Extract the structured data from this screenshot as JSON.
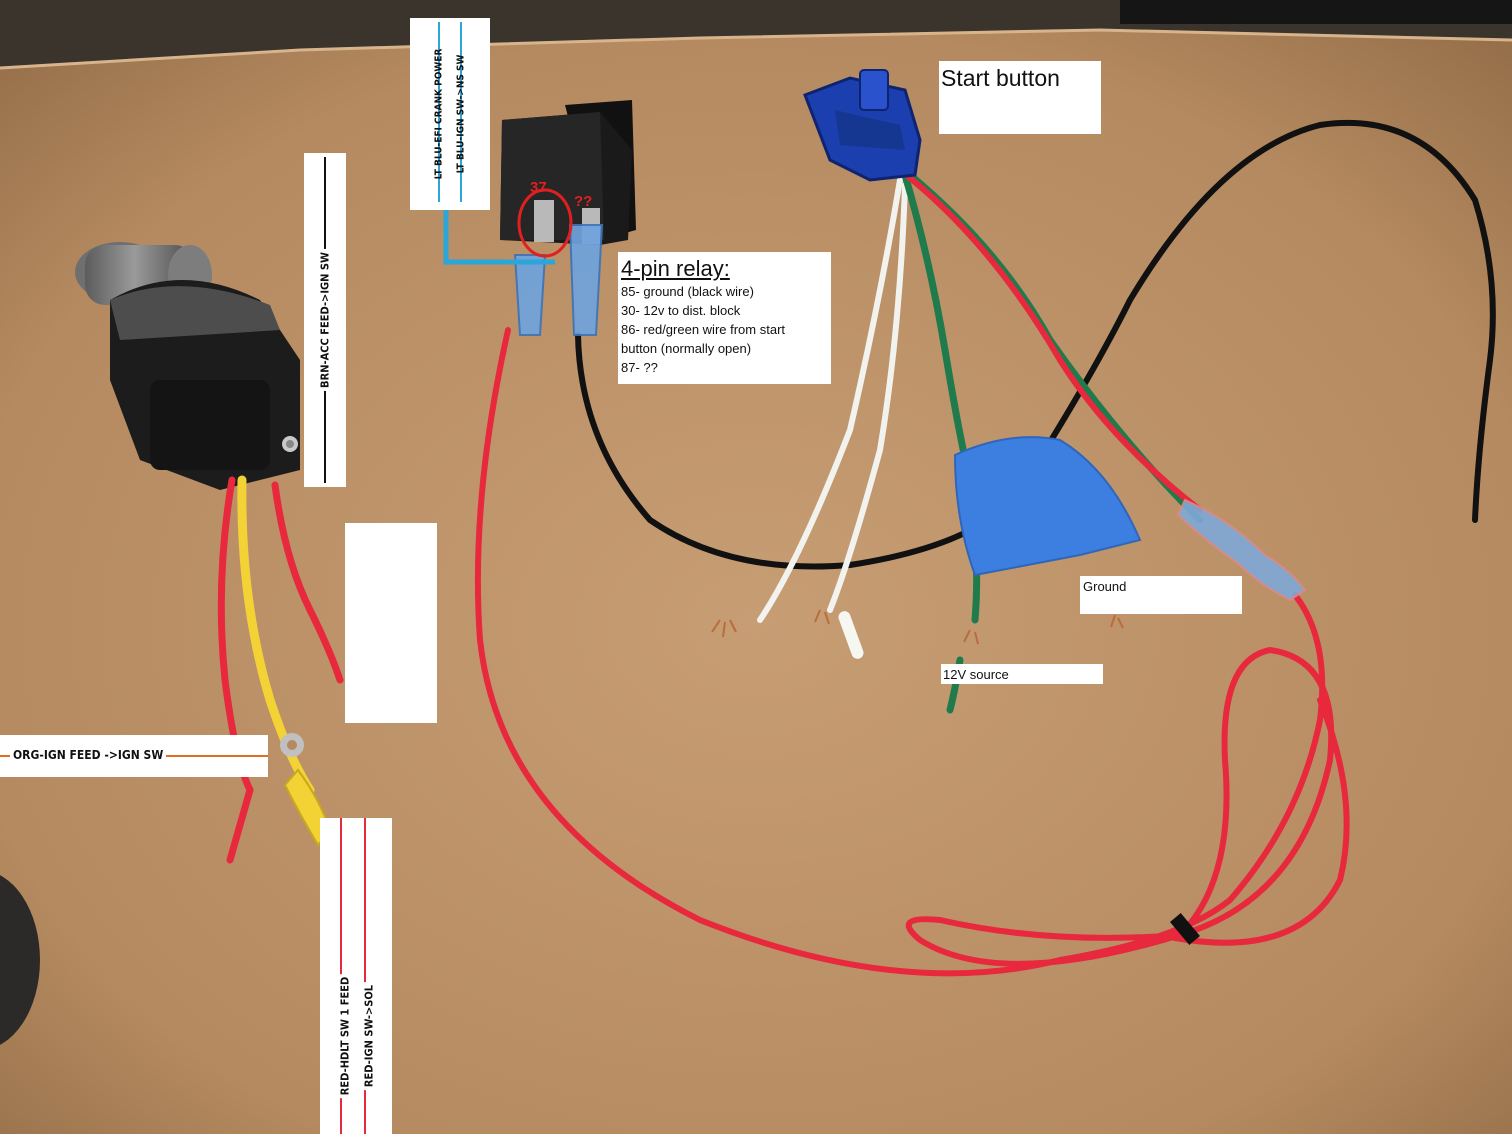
{
  "labels": {
    "start_button": "Start button",
    "relay_title": "4-pin relay:",
    "relay_lines": [
      "85- ground (black wire)",
      "30- 12v to dist. block",
      "86- red/green wire from start",
      "button (normally open)",
      "87- ??"
    ],
    "pin_37": "37",
    "pin_unknown": "??",
    "ground": "Ground",
    "twelve_v_source": "12V source",
    "crank_power": "LT BLU-EFI CRANK POWER",
    "ign_ns_sw": "LT BLU-IGN SW->NS SW",
    "brn_acc": "BRN-ACC FEED->IGN SW",
    "org_ign": "ORG-IGN FEED ->IGN SW",
    "red_hdlt": "RED-HDLT SW 1 FEED",
    "red_ign_sol": "RED-IGN SW->SOL"
  },
  "colors": {
    "paper": "#b58a60",
    "wire_red": "#e8283c",
    "wire_black": "#111111",
    "wire_green": "#1f7a4c",
    "wire_white": "#f2f2ee",
    "wire_yellow": "#f2d234",
    "light_blue": "#2aa7d8",
    "orange": "#e07020",
    "connector_blue": "#1b3fae",
    "tape_blue": "#3d7fe0",
    "relay_black": "#1a1a1a",
    "annotation_red": "#e02020"
  }
}
